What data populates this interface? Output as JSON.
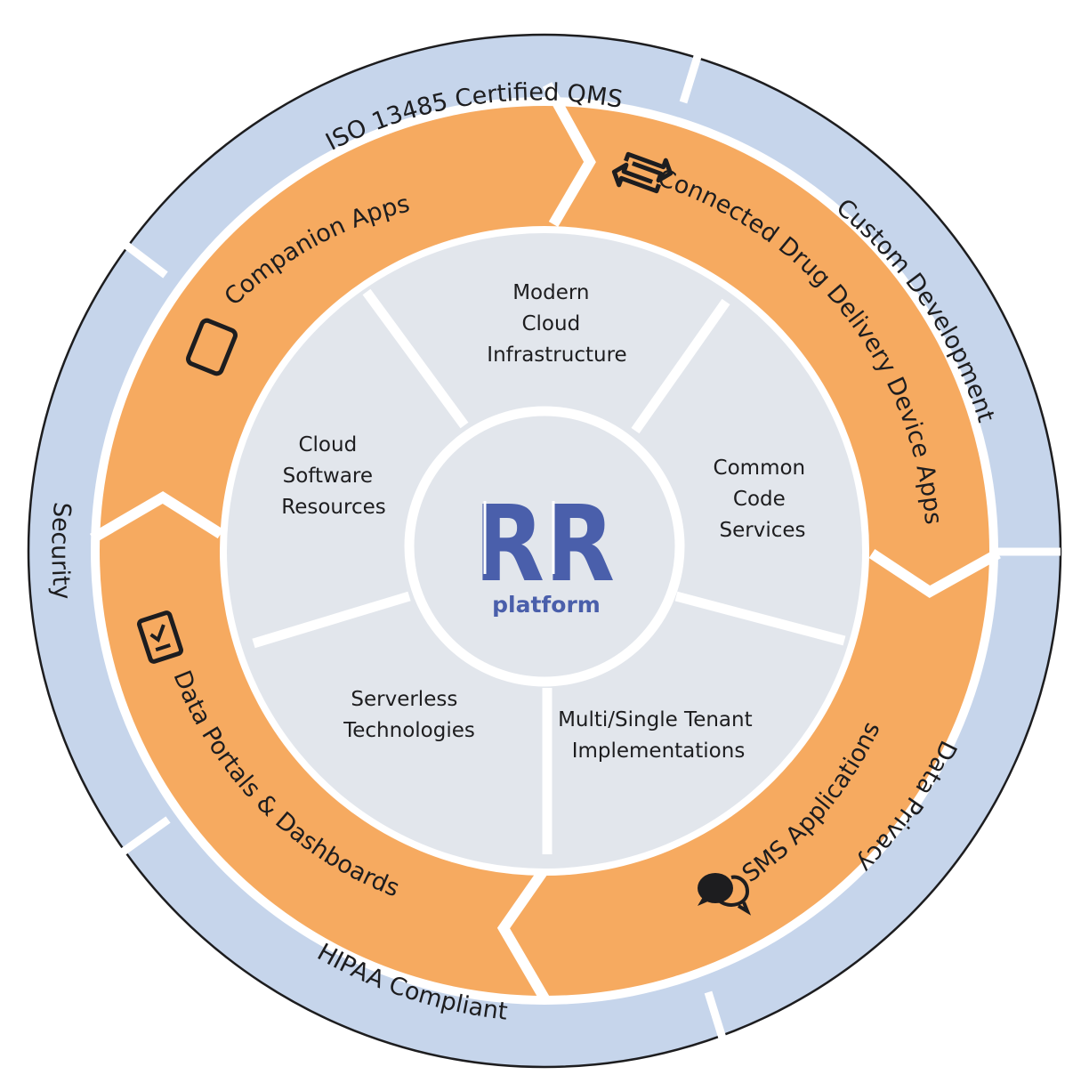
{
  "outer_ring": {
    "segments": [
      {
        "label": "ISO 13485 Certified QMS"
      },
      {
        "label": "Custom Development"
      },
      {
        "label": "Data Privacy"
      },
      {
        "label": "HIPAA Compliant"
      },
      {
        "label": "Security"
      }
    ]
  },
  "middle_ring": {
    "segments": [
      {
        "label": "Companion Apps",
        "icon": "smartphone-icon"
      },
      {
        "label": "Connected Drug Delivery Device Apps",
        "icon": "sync-arrows-icon"
      },
      {
        "label": "SMS Applications",
        "icon": "chat-bubbles-icon"
      },
      {
        "label": "Data Portals & Dashboards",
        "icon": "checklist-tablet-icon"
      }
    ]
  },
  "inner_ring": {
    "segments": [
      {
        "lines": [
          "Modern",
          "Cloud",
          "Infrastructure"
        ]
      },
      {
        "lines": [
          "Common",
          "Code",
          "Services"
        ]
      },
      {
        "lines": [
          "Multi/Single Tenant",
          "Implementations"
        ]
      },
      {
        "lines": [
          "Serverless",
          "Technologies"
        ]
      },
      {
        "lines": [
          "Cloud",
          "Software",
          "Resources"
        ]
      }
    ]
  },
  "center": {
    "logo_letters": "RR",
    "logo_word": "platform"
  },
  "colors": {
    "outer": "#c6d5eb",
    "middle": "#f6aa60",
    "inner": "#e2e6ec",
    "logo": "#4a5fab",
    "outline": "#1d1d1f"
  }
}
